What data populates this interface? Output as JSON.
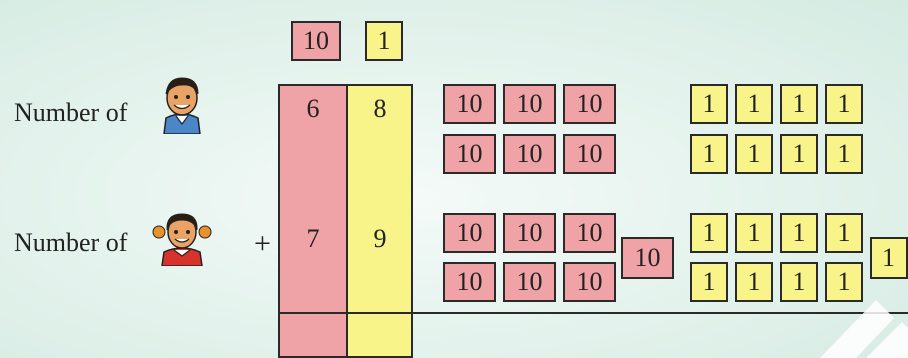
{
  "header_tiles": {
    "tens": "10",
    "ones": "1"
  },
  "rows": [
    {
      "label": "Number of",
      "figure": "boy-icon",
      "tens_digit": "6",
      "ones_digit": "8"
    },
    {
      "label": "Number of",
      "figure": "girl-icon",
      "tens_digit": "7",
      "ones_digit": "9"
    }
  ],
  "operator": "+",
  "tile_values": {
    "ten": "10",
    "one": "1"
  },
  "groups": {
    "boy_tens_count": 6,
    "boy_ones_count": 8,
    "girl_tens_count": 6,
    "girl_ones_count": 8,
    "regroup_ten": "10",
    "carry_one": "1"
  },
  "colors": {
    "tens_tile": "#f0a3a6",
    "ones_tile": "#f8f48a",
    "background": "#e3f2ec"
  }
}
